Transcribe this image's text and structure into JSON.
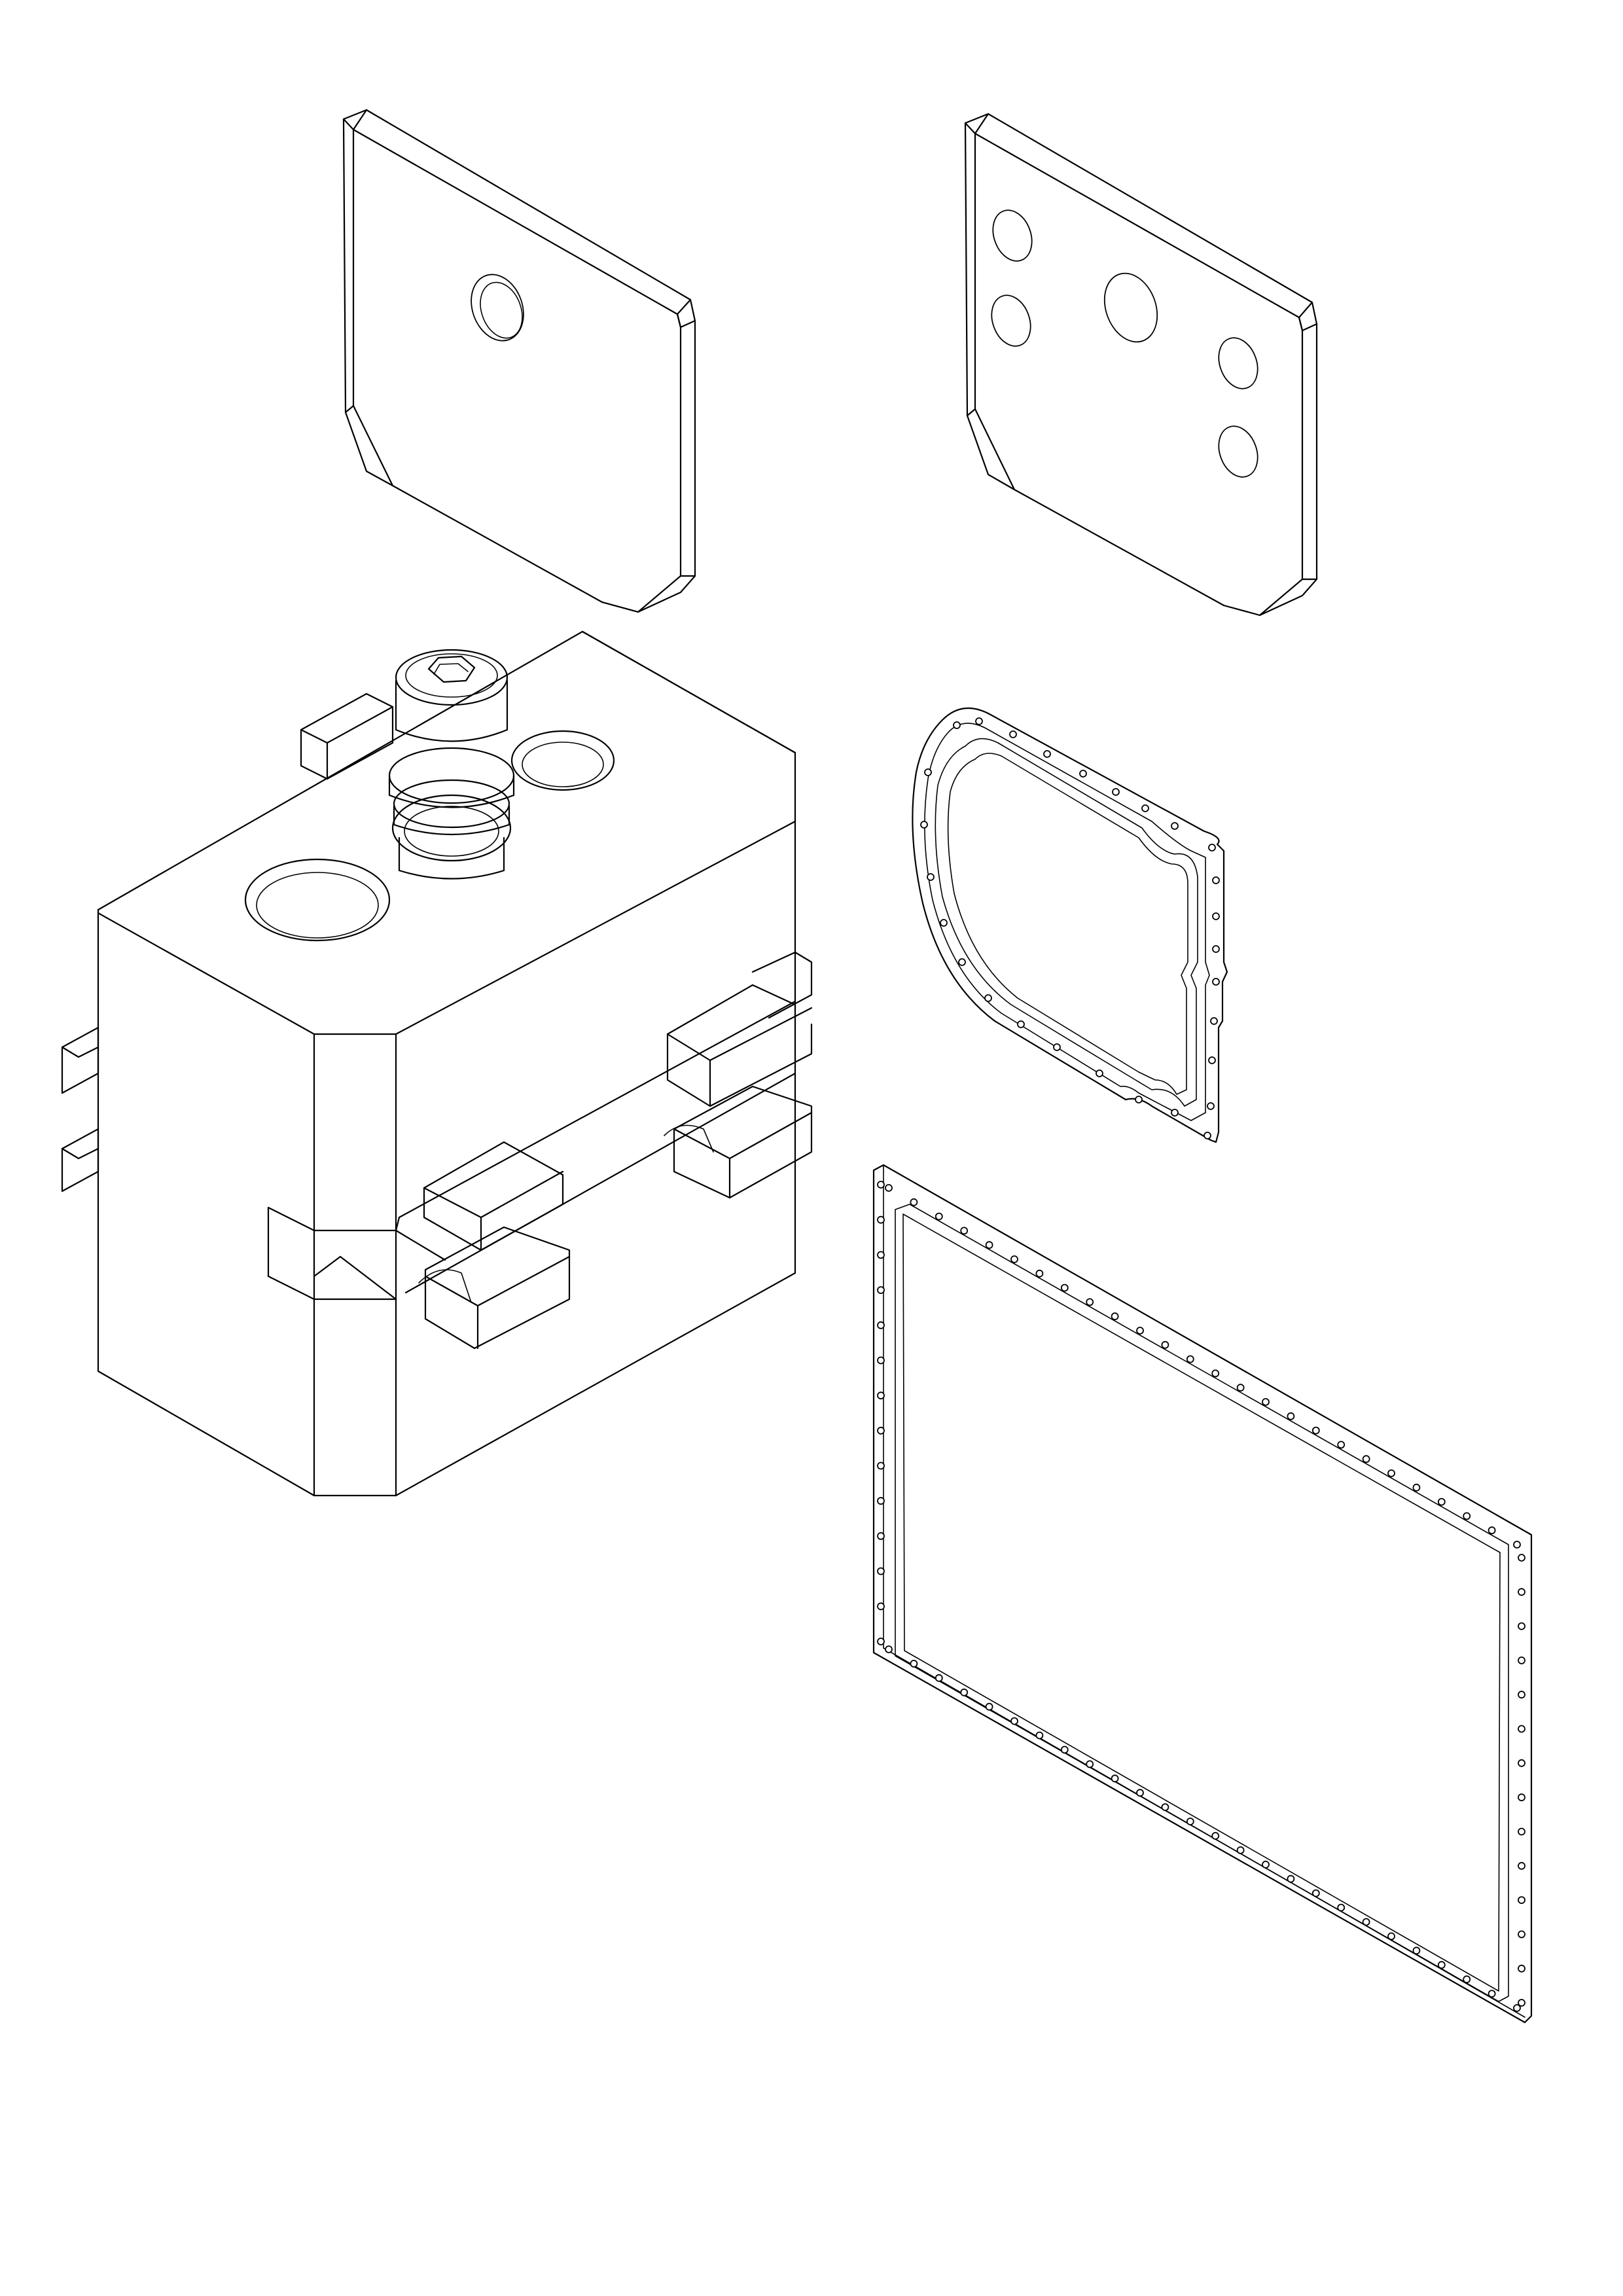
{
  "drawing": {
    "background_color": "#ffffff",
    "line_color": "#000000",
    "parts": [
      {
        "id": "plate-single-hole",
        "hole_count": 1
      },
      {
        "id": "plate-five-holes",
        "hole_count": 5
      },
      {
        "id": "gasket-rounded",
        "bolt_hole_count": 28
      },
      {
        "id": "gasket-rectangular",
        "bolt_hole_count": 80
      },
      {
        "id": "block-assembly-with-socket-bolt",
        "bore_count": 3
      }
    ]
  }
}
